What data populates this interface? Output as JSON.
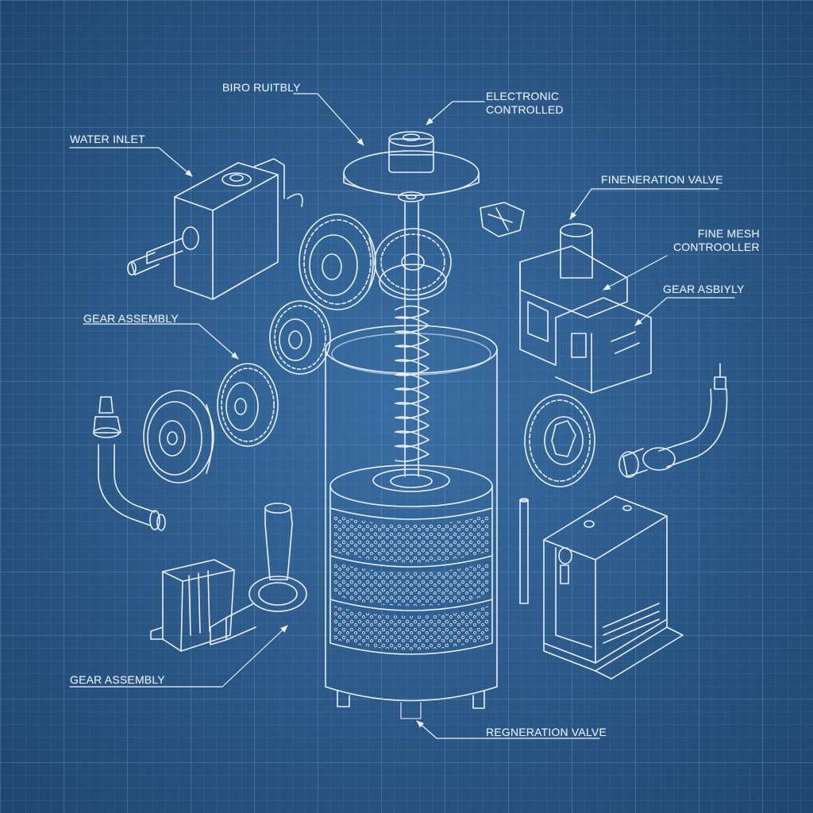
{
  "labels": {
    "biro_ruitbly": "BIRO RUITBLY",
    "electronic_controlled": [
      "ELECTRONIC",
      "CONTROLLED"
    ],
    "water_inlet": "WATER INLET",
    "fineneration_valve": "FINENERATION VALVE",
    "fine_mesh_controller": [
      "FINE MESH",
      "CONTROOLLER"
    ],
    "gear_assembly_right": "GEAR ASBIYLY",
    "gear_assembly_left": "GEAR ASSEMBLY",
    "gear_assembly_bottom": "GEAR ASSEMBLY",
    "regeneration_valve": "REGNERATION VALVE"
  },
  "colors": {
    "background": "#2f5d8f",
    "background_edge": "#1f4670",
    "grid_minor": "#5a86b5",
    "grid_major": "#7aa3cd",
    "line": "#e8f1fb"
  }
}
